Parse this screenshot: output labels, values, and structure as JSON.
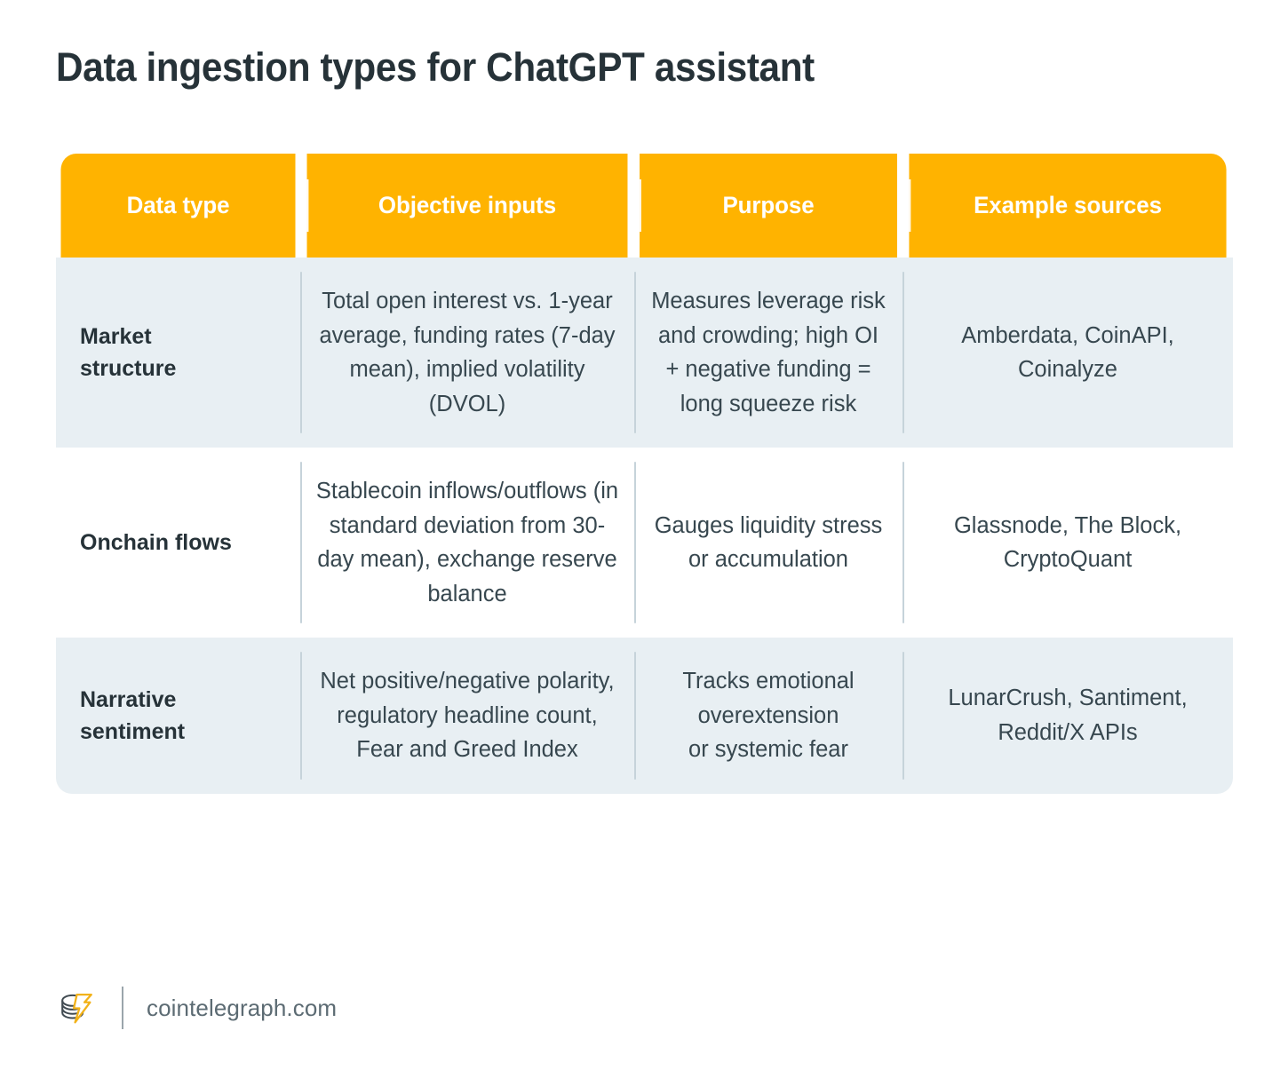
{
  "page": {
    "title": "Data ingestion types for ChatGPT assistant",
    "background": "#ffffff"
  },
  "colors": {
    "header_bar": "#FFB300",
    "header_text": "#ffffff",
    "row_stripe": "#E8EFF3",
    "row_plain": "#ffffff",
    "body_text": "#37474f",
    "title_text": "#263238",
    "divider": "#C6D3DA",
    "logo_gold": "#F2B21A",
    "logo_dark": "#414B52"
  },
  "table": {
    "headers": [
      {
        "label": "Data type"
      },
      {
        "label": "Objective inputs"
      },
      {
        "label": "Purpose"
      },
      {
        "label": "Example sources"
      }
    ],
    "rows": [
      {
        "data_type": "Market\nstructure",
        "objective_inputs": "Total open interest vs. 1-year average, funding rates (7-day mean), implied volatility (DVOL)",
        "purpose": "Measures leverage risk and crowding; high OI + negative funding = long squeeze risk",
        "example_sources": "Amberdata, CoinAPI, Coinalyze"
      },
      {
        "data_type": "Onchain flows",
        "objective_inputs": "Stablecoin inflows/outflows (in standard deviation from 30-day mean), exchange reserve balance",
        "purpose": "Gauges liquidity stress\nor accumulation",
        "example_sources": "Glassnode, The Block, CryptoQuant"
      },
      {
        "data_type": "Narrative\nsentiment",
        "objective_inputs": "Net positive/negative polarity, regulatory headline count, Fear and Greed Index",
        "purpose": "Tracks emotional overextension\nor systemic fear",
        "example_sources": "LunarCrush, Santiment, Reddit/X APIs"
      }
    ]
  },
  "footer": {
    "logo_name": "cointelegraph-logo",
    "site": "cointelegraph.com"
  }
}
